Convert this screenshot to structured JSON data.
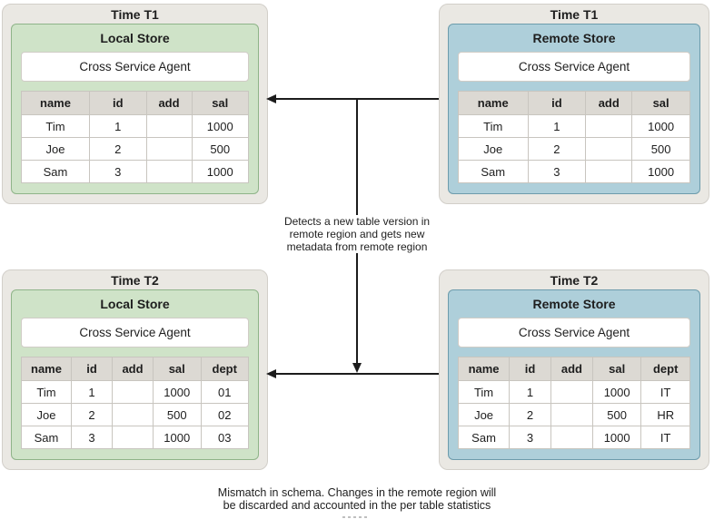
{
  "colors": {
    "panel_bg": "#eae8e3",
    "panel_border": "#d2cfc9",
    "local_bg": "#cfe3c8",
    "local_border": "#8fb489",
    "remote_bg": "#aecfda",
    "remote_border": "#6d9cac",
    "white_box_border": "#d0ccc6",
    "table_header_bg": "#dcd9d3",
    "table_border": "#c8c5bf",
    "arrow": "#1c1c1c",
    "text": "#1e1e1e"
  },
  "panels": [
    {
      "time_label": "Time T1",
      "store_label": "Local Store",
      "agent_label": "Cross Service Agent",
      "table": {
        "headers": [
          "name",
          "id",
          "add",
          "sal"
        ],
        "rows": [
          [
            "Tim",
            "1",
            "",
            "1000"
          ],
          [
            "Joe",
            "2",
            "",
            "500"
          ],
          [
            "Sam",
            "3",
            "",
            "1000"
          ]
        ]
      }
    },
    {
      "time_label": "Time T1",
      "store_label": "Remote Store",
      "agent_label": "Cross Service Agent",
      "table": {
        "headers": [
          "name",
          "id",
          "add",
          "sal"
        ],
        "rows": [
          [
            "Tim",
            "1",
            "",
            "1000"
          ],
          [
            "Joe",
            "2",
            "",
            "500"
          ],
          [
            "Sam",
            "3",
            "",
            "1000"
          ]
        ]
      }
    },
    {
      "time_label": "Time T2",
      "store_label": "Local Store",
      "agent_label": "Cross Service Agent",
      "table": {
        "headers": [
          "name",
          "id",
          "add",
          "sal",
          "dept"
        ],
        "rows": [
          [
            "Tim",
            "1",
            "",
            "1000",
            "01"
          ],
          [
            "Joe",
            "2",
            "",
            "500",
            "02"
          ],
          [
            "Sam",
            "3",
            "",
            "1000",
            "03"
          ]
        ]
      }
    },
    {
      "time_label": "Time T2",
      "store_label": "Remote Store",
      "agent_label": "Cross Service Agent",
      "table": {
        "headers": [
          "name",
          "id",
          "add",
          "sal",
          "dept"
        ],
        "rows": [
          [
            "Tim",
            "1",
            "",
            "1000",
            "IT"
          ],
          [
            "Joe",
            "2",
            "",
            "500",
            "HR"
          ],
          [
            "Sam",
            "3",
            "",
            "1000",
            "IT"
          ]
        ]
      }
    }
  ],
  "annotations": {
    "middle_line1": "Detects a new table version in",
    "middle_line2": "remote region and gets new",
    "middle_line3": "metadata from remote region",
    "caption_line1": "Mismatch in schema. Changes in the remote region will",
    "caption_line2": "be discarded and accounted in the per table statistics"
  }
}
